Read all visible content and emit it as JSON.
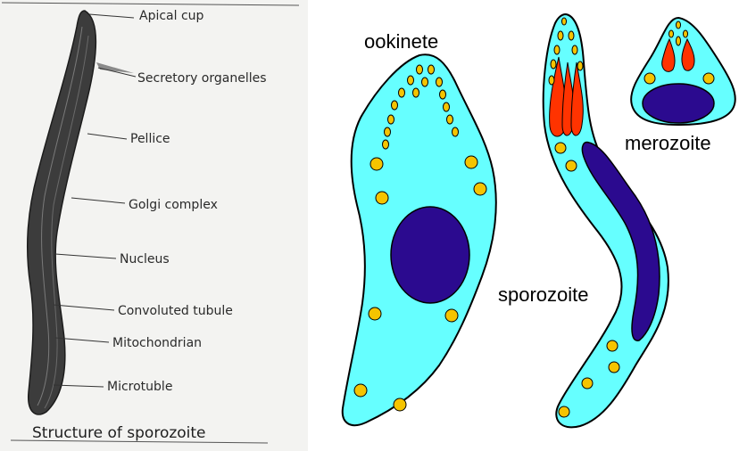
{
  "left_figure": {
    "labels": [
      "Apical cup",
      "Secretory organelles",
      "Pellice",
      "Golgi complex",
      "Nucleus",
      "Convoluted tubule",
      "Mitochondrian",
      "Microtuble"
    ],
    "caption": "Structure of sporozoite"
  },
  "right_figure": {
    "ookinete_label": "ookinete",
    "sporozoite_label": "sporozoite",
    "merozoite_label": "merozoite"
  },
  "colors": {
    "cytoplasm": "#66ffff",
    "nucleus": "#2b0a8f",
    "granule": "#f5c400",
    "rhoptry": "#ff3300",
    "scan_body": "#3c3c3c"
  }
}
